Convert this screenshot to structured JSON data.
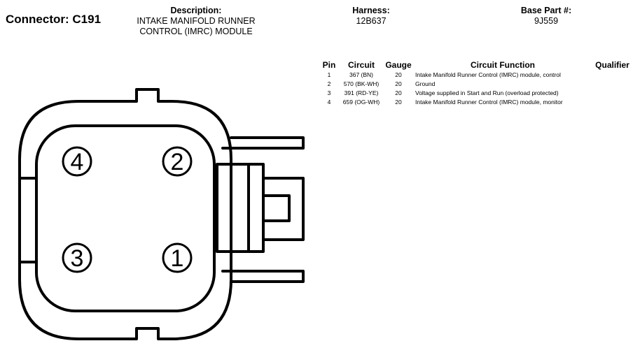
{
  "connector": {
    "label": "Connector: C191"
  },
  "description": {
    "label": "Description:",
    "line1": "INTAKE MANIFOLD RUNNER",
    "line2": "CONTROL (IMRC) MODULE"
  },
  "harness": {
    "label": "Harness:",
    "value": "12B637"
  },
  "base_part": {
    "label": "Base Part #:",
    "value": "9J559"
  },
  "table": {
    "headers": {
      "pin": "Pin",
      "circuit": "Circuit",
      "gauge": "Gauge",
      "function": "Circuit Function",
      "qualifier": "Qualifier"
    },
    "rows": [
      {
        "pin": "1",
        "circuit": "367 (BN)",
        "gauge": "20",
        "function": "Intake Manifold Runner Control (IMRC) module, control",
        "qualifier": ""
      },
      {
        "pin": "2",
        "circuit": "570 (BK-WH)",
        "gauge": "20",
        "function": "Ground",
        "qualifier": ""
      },
      {
        "pin": "3",
        "circuit": "391 (RD-YE)",
        "gauge": "20",
        "function": "Voltage supplied in Start and Run (overload protected)",
        "qualifier": ""
      },
      {
        "pin": "4",
        "circuit": "659 (OG-WH)",
        "gauge": "20",
        "function": "Intake Manifold Runner Control (IMRC) module, monitor",
        "qualifier": ""
      }
    ]
  },
  "diagram": {
    "pin_labels": [
      "4",
      "2",
      "3",
      "1"
    ]
  }
}
